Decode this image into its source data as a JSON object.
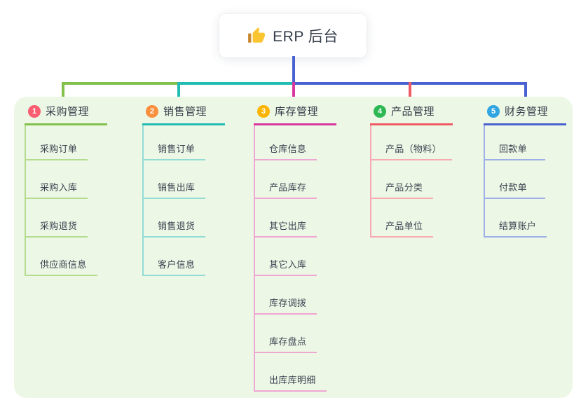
{
  "root": {
    "title": "ERP 后台",
    "icon": "thumbs-up-icon",
    "connector_color": "#4a62d0"
  },
  "branches": [
    {
      "badge": "1",
      "label": "采购管理",
      "badge_color": "#f85d70",
      "line_color": "#82c14c",
      "child_line_color": "#b4dc8f",
      "children": [
        "采购订单",
        "采购入库",
        "采购退货",
        "供应商信息"
      ]
    },
    {
      "badge": "2",
      "label": "销售管理",
      "badge_color": "#fa8f3e",
      "line_color": "#22bcb2",
      "child_line_color": "#93dcd6",
      "children": [
        "销售订单",
        "销售出库",
        "销售退货",
        "客户信息"
      ]
    },
    {
      "badge": "3",
      "label": "库存管理",
      "badge_color": "#fcb402",
      "line_color": "#d9379e",
      "child_line_color": "#f0a6d2",
      "children": [
        "仓库信息",
        "产品库存",
        "其它出库",
        "其它入库",
        "库存调拨",
        "库存盘点",
        "出库库明细"
      ]
    },
    {
      "badge": "4",
      "label": "产品管理",
      "badge_color": "#2db854",
      "line_color": "#ef5b65",
      "child_line_color": "#f7aab0",
      "children": [
        "产品（物料）",
        "产品分类",
        "产品单位"
      ]
    },
    {
      "badge": "5",
      "label": "财务管理",
      "badge_color": "#30a5e2",
      "line_color": "#4a62d0",
      "child_line_color": "#9daee8",
      "children": [
        "回款单",
        "付款单",
        "结算账户"
      ]
    }
  ],
  "colors": {
    "panel_bg": "#edf7e6",
    "text": "#3a4350",
    "icon_hand": "#fbc531",
    "icon_cuff": "#c9882f"
  }
}
